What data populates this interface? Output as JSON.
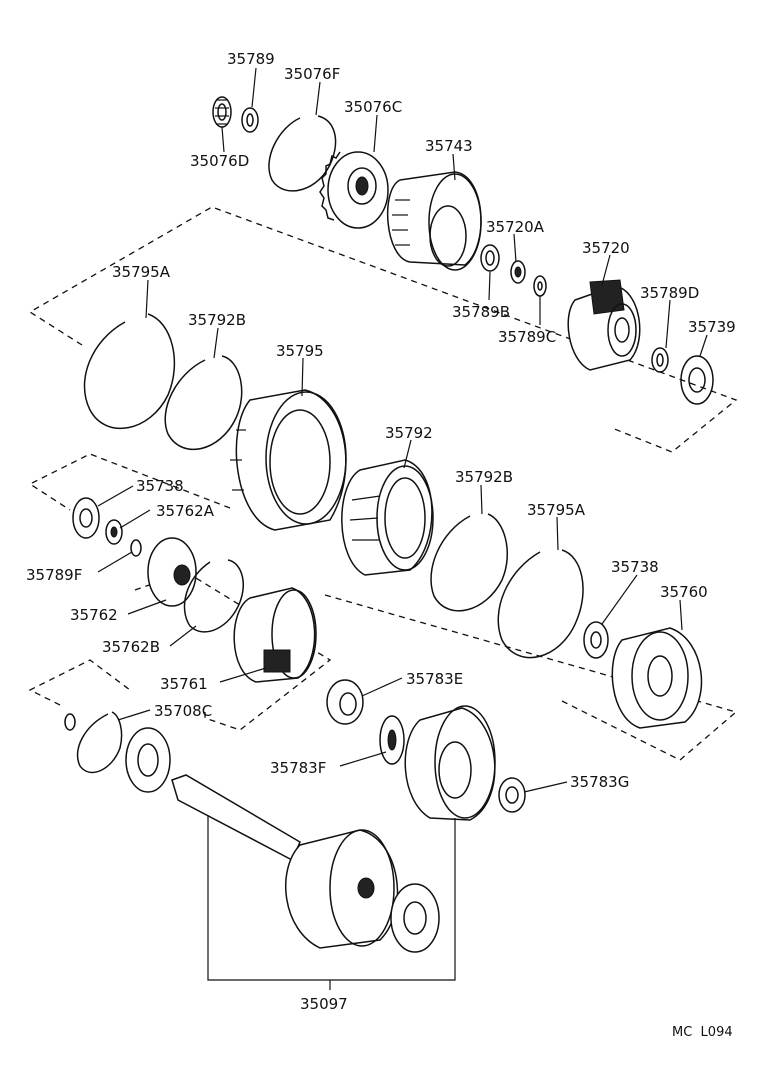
{
  "diagram_code": "MC  L094",
  "labels": {
    "p35789": "35789",
    "p35076F": "35076F",
    "p35076C": "35076C",
    "p35076D": "35076D",
    "p35743": "35743",
    "p35720A": "35720A",
    "p35720": "35720",
    "p35789B": "35789B",
    "p35789C": "35789C",
    "p35789D": "35789D",
    "p35739": "35739",
    "p35795A_1": "35795A",
    "p35792B_1": "35792B",
    "p35795": "35795",
    "p35792": "35792",
    "p35792B_2": "35792B",
    "p35795A_2": "35795A",
    "p35738_1": "35738",
    "p35762A": "35762A",
    "p35789F": "35789F",
    "p35762": "35762",
    "p35762B": "35762B",
    "p35761": "35761",
    "p35738_2": "35738",
    "p35760": "35760",
    "p35708C": "35708C",
    "p35783E": "35783E",
    "p35783F": "35783F",
    "p35783G": "35783G",
    "p35097": "35097"
  }
}
